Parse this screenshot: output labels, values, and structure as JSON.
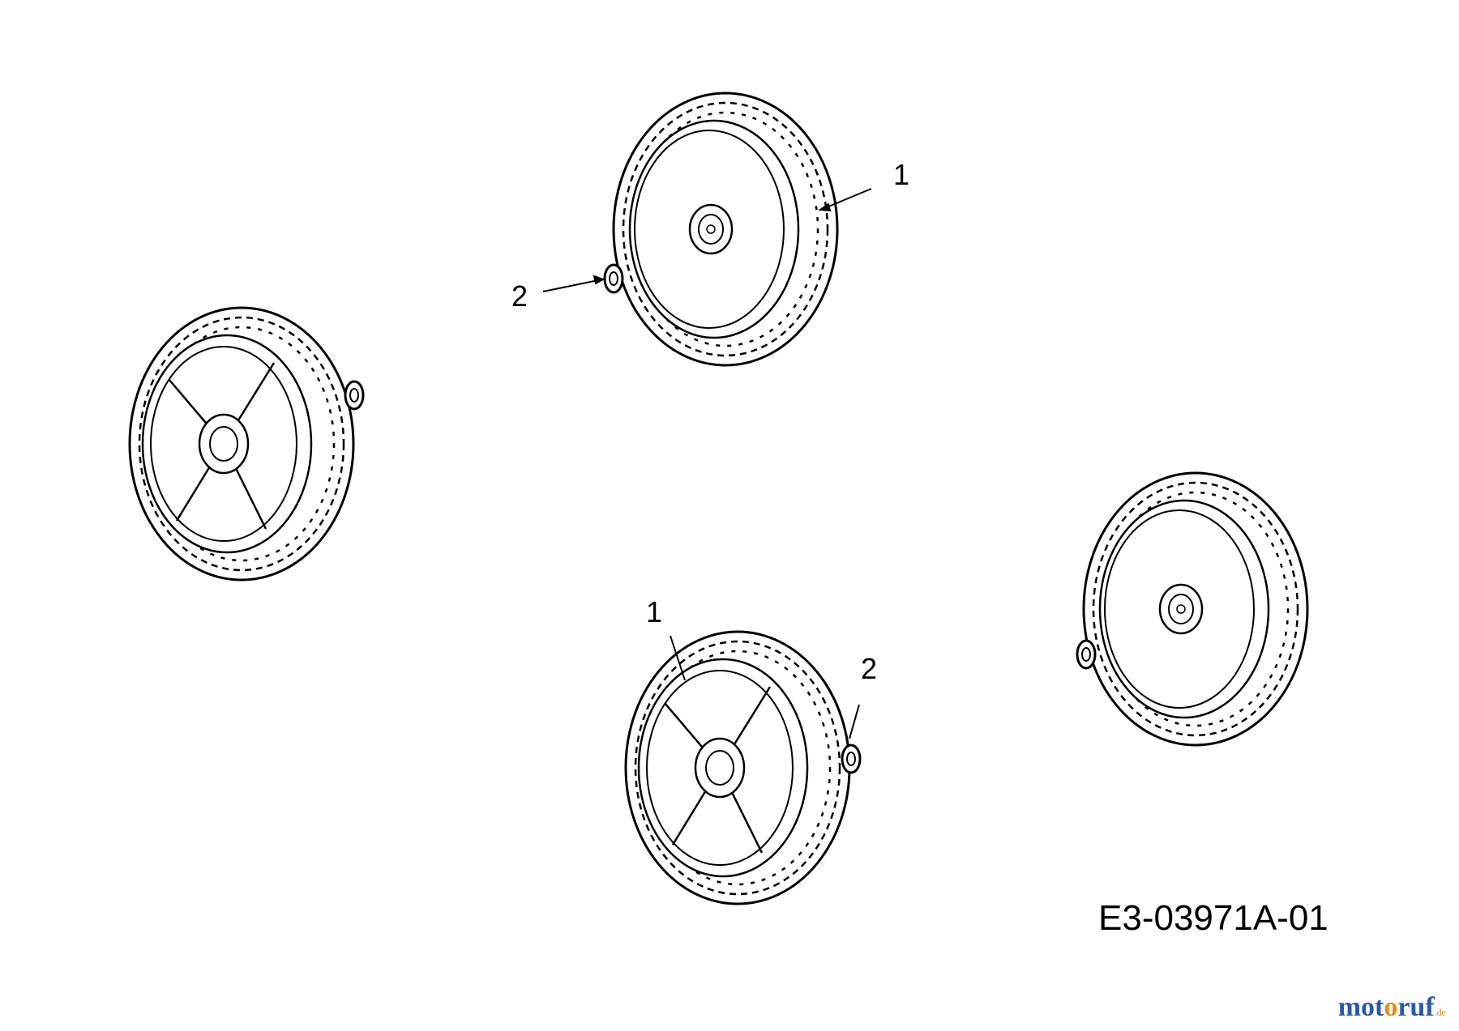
{
  "callouts": [
    {
      "id": "top-wheel",
      "label": "1"
    },
    {
      "id": "top-washer",
      "label": "2"
    },
    {
      "id": "bottom-wheel",
      "label": "1"
    },
    {
      "id": "bottom-washer",
      "label": "2"
    }
  ],
  "drawing_id": "E3-03971A-01",
  "watermark": {
    "part1": "mot",
    "part2": "o",
    "part3": "ruf",
    "suffix": ".de"
  }
}
